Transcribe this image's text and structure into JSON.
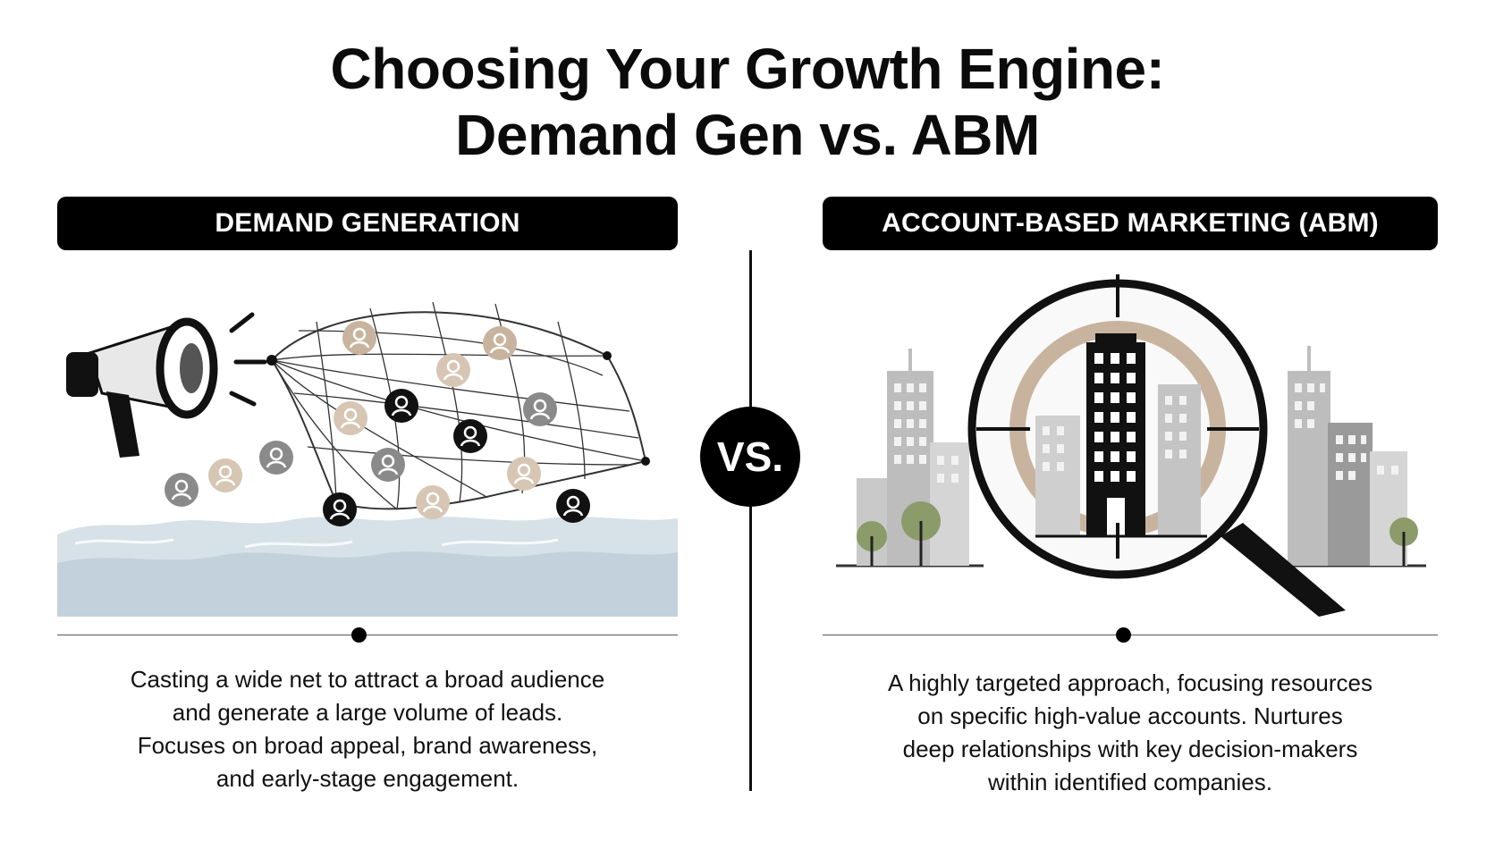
{
  "title": {
    "line1": "Choosing Your Growth Engine:",
    "line2": "Demand Gen vs. ABM"
  },
  "left": {
    "header": "DEMAND GENERATION",
    "description_lines": [
      "Casting a wide net to attract a broad audience",
      "and generate a large volume of leads.",
      "Focuses on broad appeal, brand awareness,",
      "and early-stage engagement."
    ],
    "icons": [
      "megaphone-icon",
      "net-icon",
      "person-icon",
      "water-icon"
    ]
  },
  "right": {
    "header": "ACCOUNT-BASED MARKETING (ABM)",
    "description_lines": [
      "A highly targeted approach, focusing resources",
      "on specific high-value accounts. Nurtures",
      "deep relationships with key decision-makers",
      "within identified companies."
    ],
    "icons": [
      "magnifying-glass-icon",
      "crosshair-icon",
      "building-icon",
      "tree-icon"
    ]
  },
  "vs_label": "VS.",
  "colors": {
    "black": "#000000",
    "tan": "#c8b49e",
    "grey_person": "#8a8a8a",
    "water": "#c9d6df",
    "tree_green": "#8c9b6a",
    "building_grey": "#b8b8b8"
  }
}
